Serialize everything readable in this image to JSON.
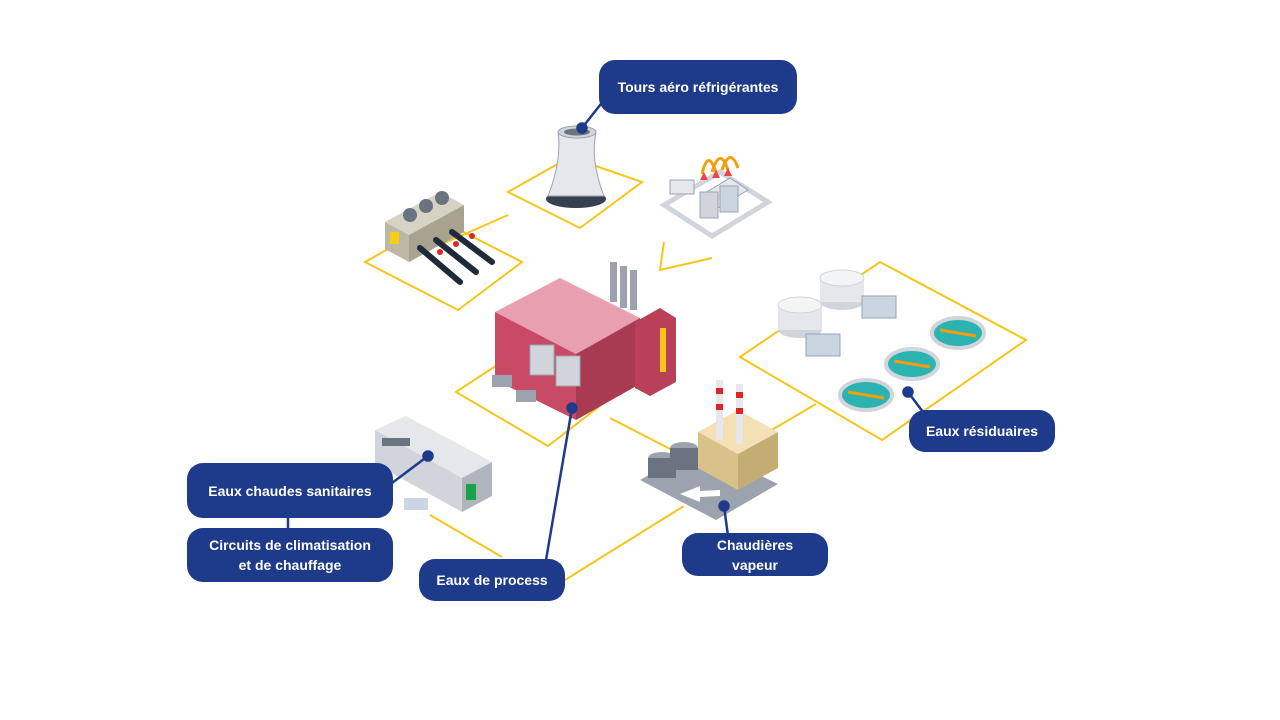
{
  "labels": {
    "cooling_towers": "Tours aéro réfrigérantes",
    "wastewater": "Eaux résiduaires",
    "hot_sanitary_water": "Eaux chaudes sanitaires",
    "climate_circuits_line1": "Circuits de climatisation",
    "climate_circuits_line2": "et de chauffage",
    "process_water": "Eaux de process",
    "steam_boilers_line1": "Chaudières",
    "steam_boilers_line2": "vapeur"
  },
  "colors": {
    "label_bg": "#1e3a8a",
    "connector_line": "#f5c518",
    "factory_main": "#c94a64",
    "pool_water": "#2bb3b1"
  },
  "icons": [
    "cooling-tower-icon",
    "industrial-chiller-icon",
    "electrical-substation-icon",
    "factory-icon",
    "wastewater-treatment-icon",
    "boiler-plant-icon",
    "office-building-icon"
  ]
}
